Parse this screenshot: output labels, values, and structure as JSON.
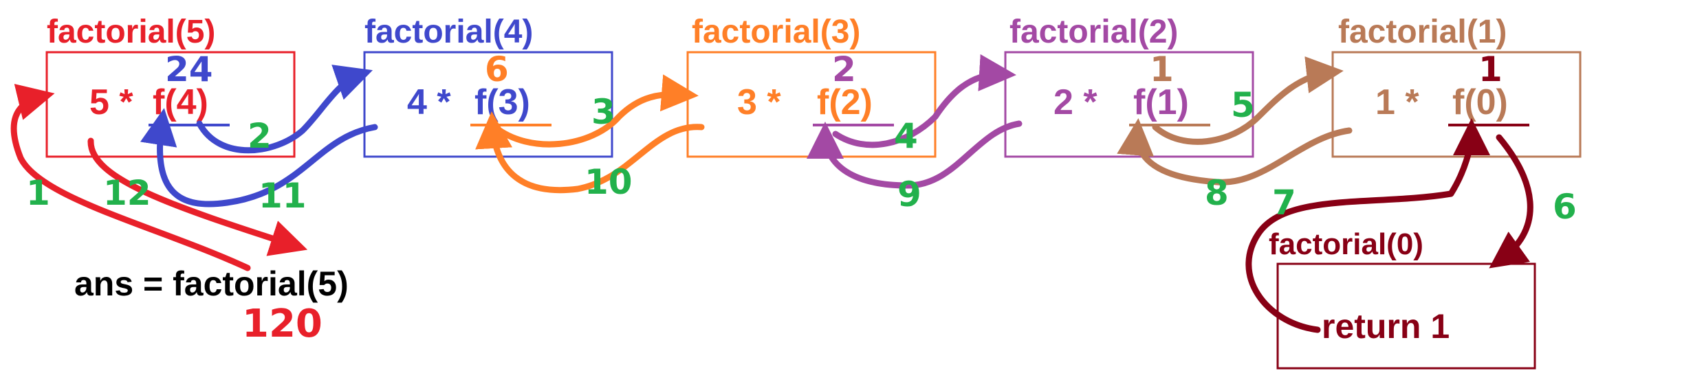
{
  "frames": [
    {
      "title": "factorial(5)",
      "prefix": "5 *",
      "call": "f(4)",
      "result": "24",
      "color": "#e8202a"
    },
    {
      "title": "factorial(4)",
      "prefix": "4 *",
      "call": "f(3)",
      "result": "6",
      "color": "#3f48cc"
    },
    {
      "title": "factorial(3)",
      "prefix": "3 *",
      "call": "f(2)",
      "result": "2",
      "color": "#ff7f27"
    },
    {
      "title": "factorial(2)",
      "prefix": "2 *",
      "call": "f(1)",
      "result": "1",
      "color": "#a349a4"
    },
    {
      "title": "factorial(1)",
      "prefix": "1 *",
      "call": "f(0)",
      "result": "1",
      "color": "#b97a57"
    }
  ],
  "base_case": {
    "title": "factorial(0)",
    "body": "return 1",
    "color": "#880015"
  },
  "statement": {
    "text": "ans = factorial(5)",
    "result": "120",
    "color": "#000000",
    "result_color": "#e8202a"
  },
  "step_color": "#22b14c",
  "steps": [
    "1",
    "2",
    "3",
    "4",
    "5",
    "6",
    "7",
    "8",
    "9",
    "10",
    "11",
    "12"
  ]
}
